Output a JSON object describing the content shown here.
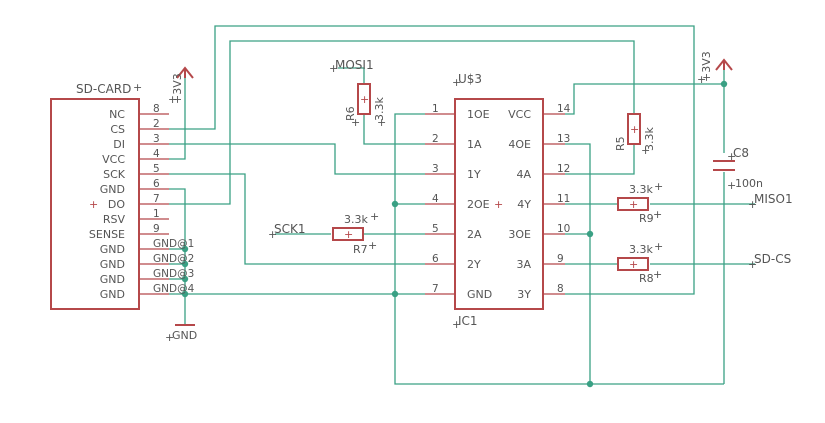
{
  "colors": {
    "part": "#b5484a",
    "wire": "#3aa084",
    "text": "#555555"
  },
  "sdcard": {
    "name": "SD-CARD",
    "pins": [
      {
        "label": "NC",
        "num": "8"
      },
      {
        "label": "CS",
        "num": "2"
      },
      {
        "label": "DI",
        "num": "3"
      },
      {
        "label": "VCC",
        "num": "4"
      },
      {
        "label": "SCK",
        "num": "5"
      },
      {
        "label": "GND",
        "num": "6"
      },
      {
        "label": "DO",
        "num": "7"
      },
      {
        "label": "RSV",
        "num": "1"
      },
      {
        "label": "SENSE",
        "num": "9"
      },
      {
        "label": "GND",
        "num": "GND@1"
      },
      {
        "label": "GND",
        "num": "GND@2"
      },
      {
        "label": "GND",
        "num": "GND@3"
      },
      {
        "label": "GND",
        "num": "GND@4"
      }
    ]
  },
  "ic": {
    "name": "U$3",
    "ref": "IC1",
    "left_pins": [
      {
        "num": "1",
        "label": "1OE"
      },
      {
        "num": "2",
        "label": "1A"
      },
      {
        "num": "3",
        "label": "1Y"
      },
      {
        "num": "4",
        "label": "2OE"
      },
      {
        "num": "5",
        "label": "2A"
      },
      {
        "num": "6",
        "label": "2Y"
      },
      {
        "num": "7",
        "label": "GND"
      }
    ],
    "right_pins": [
      {
        "num": "14",
        "label": "VCC"
      },
      {
        "num": "13",
        "label": "4OE"
      },
      {
        "num": "12",
        "label": "4A"
      },
      {
        "num": "11",
        "label": "4Y"
      },
      {
        "num": "10",
        "label": "3OE"
      },
      {
        "num": "9",
        "label": "3A"
      },
      {
        "num": "8",
        "label": "3Y"
      }
    ]
  },
  "resistors": [
    {
      "ref": "R6",
      "value": "3.3k"
    },
    {
      "ref": "R5",
      "value": "3.3k"
    },
    {
      "ref": "R7",
      "value": "3.3k"
    },
    {
      "ref": "R9",
      "value": "3.3k"
    },
    {
      "ref": "R8",
      "value": "3.3k"
    }
  ],
  "capacitor": {
    "ref": "C8",
    "value": "100n"
  },
  "power": [
    {
      "label": "+3V3"
    },
    {
      "label": "+3V3"
    }
  ],
  "ground": {
    "label": "GND"
  },
  "nets": {
    "mosi": "MOSI1",
    "sck": "SCK1",
    "miso": "MISO1",
    "sdcs": "SD-CS"
  }
}
